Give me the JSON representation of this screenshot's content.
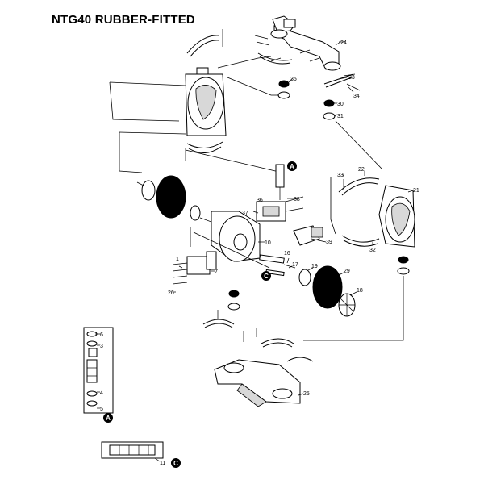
{
  "title": "NTG40 RUBBER-FITTED",
  "callouts": {
    "A": "A",
    "C": "C"
  },
  "part_numbers": {
    "p1": "1",
    "p3": "3",
    "p4": "4",
    "p5": "5",
    "p6": "6",
    "p7": "7",
    "p10": "10",
    "p11": "11",
    "p16": "16",
    "p17": "17",
    "p18": "18",
    "p19": "19",
    "p21": "21",
    "p22": "22",
    "p23": "23",
    "p24": "24",
    "p25": "25",
    "p26": "26",
    "p29": "29",
    "p30": "30",
    "p31": "31",
    "p32": "32",
    "p33": "33",
    "p34": "34",
    "p35": "35",
    "p36": "36",
    "p37": "37",
    "p38": "38",
    "p39": "39"
  }
}
